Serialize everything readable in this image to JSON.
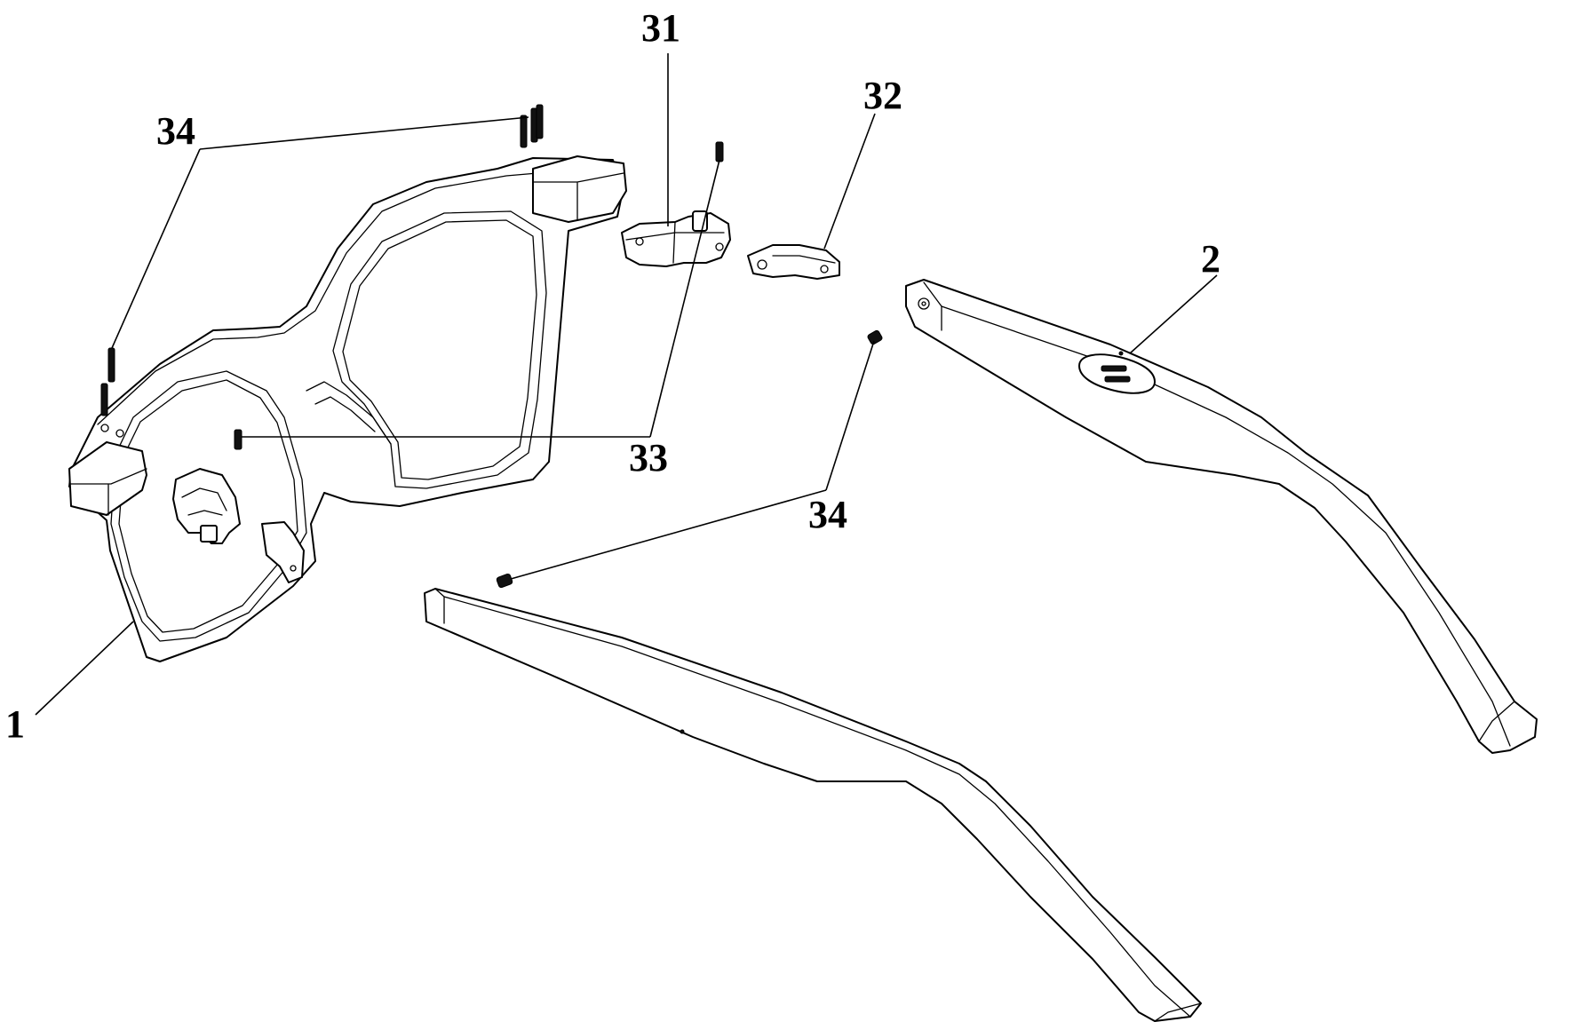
{
  "figure": {
    "labels": {
      "frame": "1",
      "temple": "2",
      "hinge_assembly": "31",
      "hinge_part": "32",
      "screw_33": "33",
      "screw_34_top": "34",
      "screw_34_bottom": "34"
    },
    "colors": {
      "line": "#000000",
      "background": "#ffffff"
    }
  }
}
